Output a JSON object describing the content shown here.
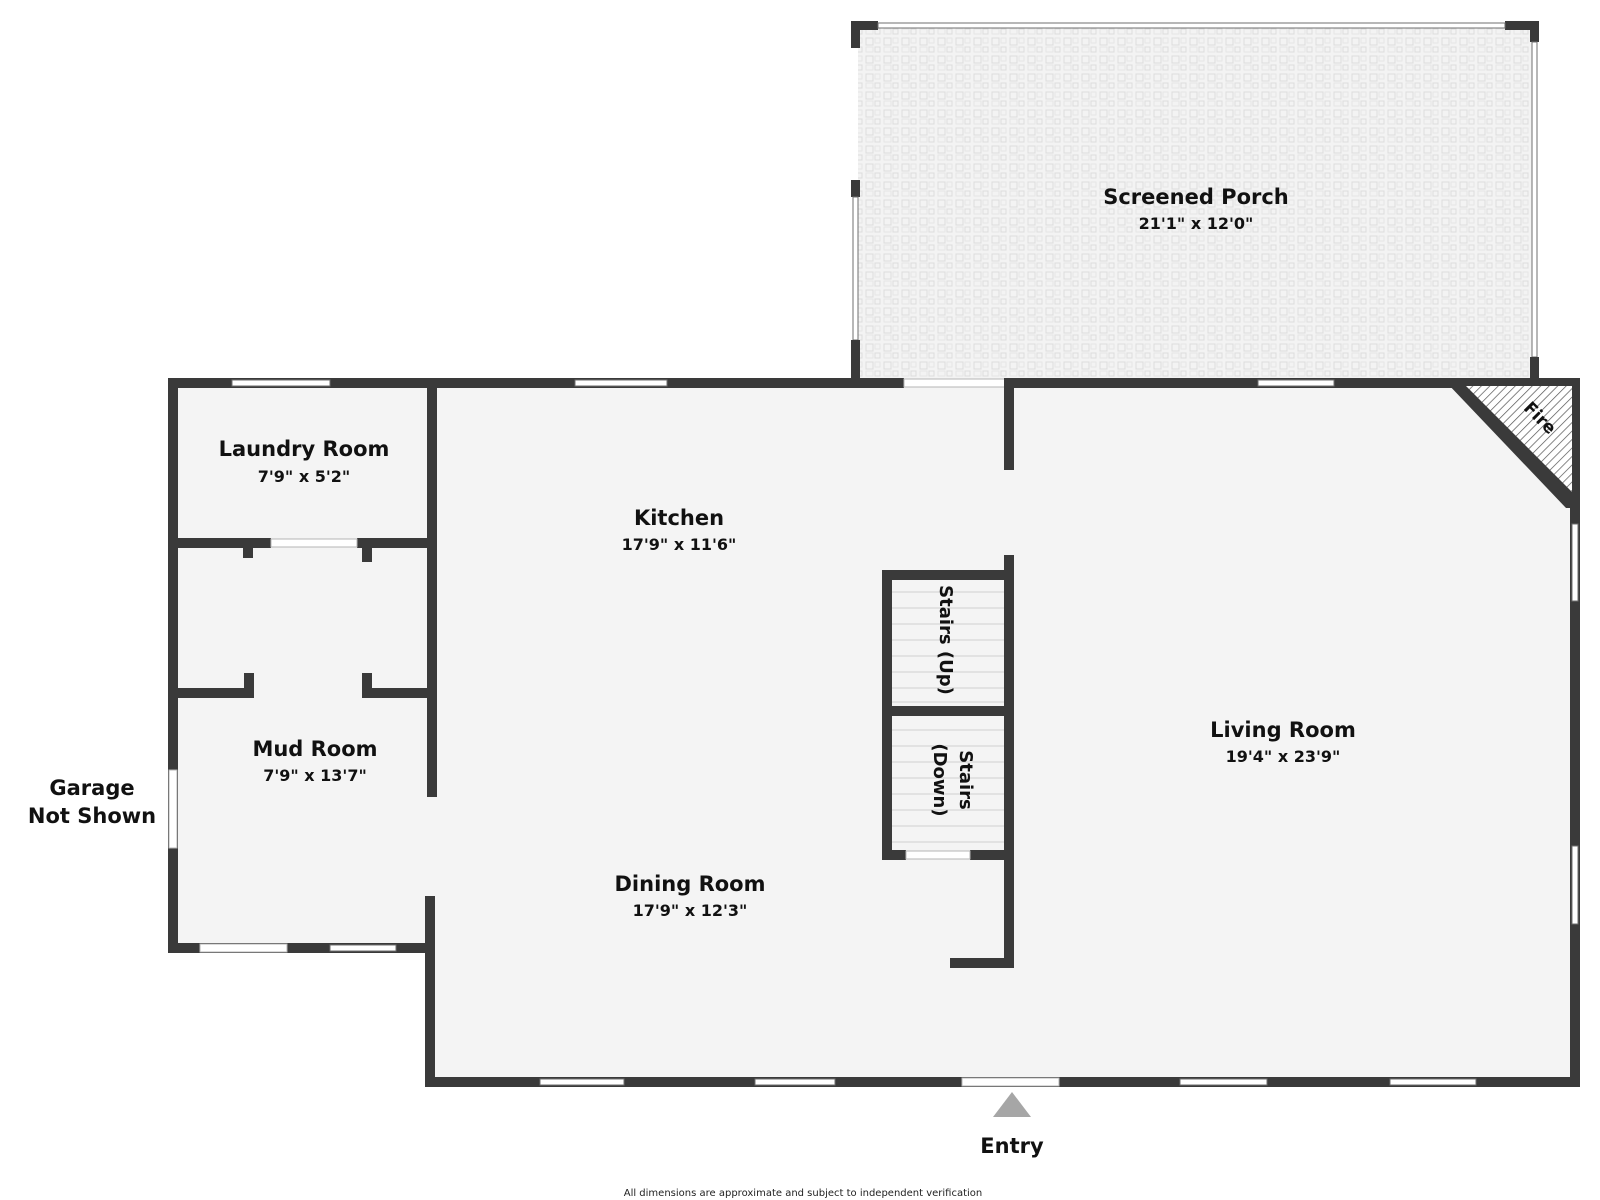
{
  "rooms": {
    "screened_porch": {
      "name": "Screened Porch",
      "size": "21'1\" x 12'0\""
    },
    "laundry_room": {
      "name": "Laundry Room",
      "size": "7'9\" x 5'2\""
    },
    "kitchen": {
      "name": "Kitchen",
      "size": "17'9\" x 11'6\""
    },
    "mud_room": {
      "name": "Mud Room",
      "size": "7'9\" x 13'7\""
    },
    "dining_room": {
      "name": "Dining Room",
      "size": "17'9\" x 12'3\""
    },
    "living_room": {
      "name": "Living Room",
      "size": "19'4\" x 23'9\""
    }
  },
  "labels": {
    "stairs_up": "Stairs (Up)",
    "stairs_down_line1": "Stairs",
    "stairs_down_line2": "(Down)",
    "fire": "Fire",
    "garage_line1": "Garage",
    "garage_line2": "Not Shown",
    "entry": "Entry"
  },
  "footer": {
    "disclaimer": "All dimensions are approximate and subject to independent verification"
  },
  "colors": {
    "floor": "#f4f4f4",
    "wall": "#3a3a3a",
    "porch_fill": "#f2f2f2",
    "entry_arrow": "#a6a6a6"
  }
}
